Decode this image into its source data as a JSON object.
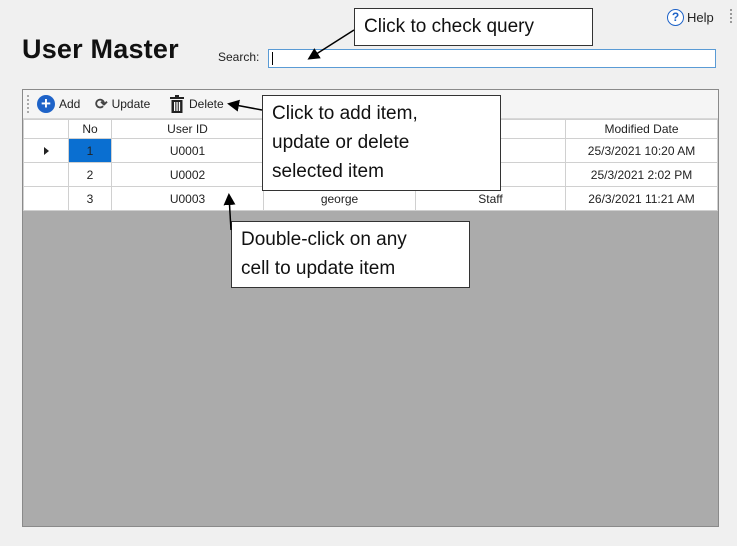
{
  "help": {
    "label": "Help",
    "glyph": "?"
  },
  "title": "User Master",
  "search": {
    "label": "Search:",
    "value": ""
  },
  "toolbar": {
    "add_label": "Add",
    "update_label": "Update",
    "delete_label": "Delete"
  },
  "grid": {
    "columns": [
      "No",
      "User ID",
      "",
      "el",
      "Modified Date"
    ],
    "rows": [
      {
        "no": "1",
        "user_id": "U0001",
        "name": "",
        "level": "n",
        "modified": "25/3/2021 10:20 AM",
        "selected": true
      },
      {
        "no": "2",
        "user_id": "U0002",
        "name": "",
        "level": "cian",
        "modified": "25/3/2021 2:02 PM",
        "selected": false
      },
      {
        "no": "3",
        "user_id": "U0003",
        "name": "george",
        "level": "Staff",
        "modified": "26/3/2021 11:21 AM",
        "selected": false
      }
    ]
  },
  "callouts": {
    "query": "Click to check query",
    "toolbar_lines": [
      "Click to add item,",
      "update or delete",
      "selected item"
    ],
    "cell_lines": [
      "Double-click on any",
      "cell to update item"
    ]
  },
  "colors": {
    "accent": "#0a6fd1",
    "empty_grid": "#ababab",
    "help_blue": "#1e63c8"
  }
}
